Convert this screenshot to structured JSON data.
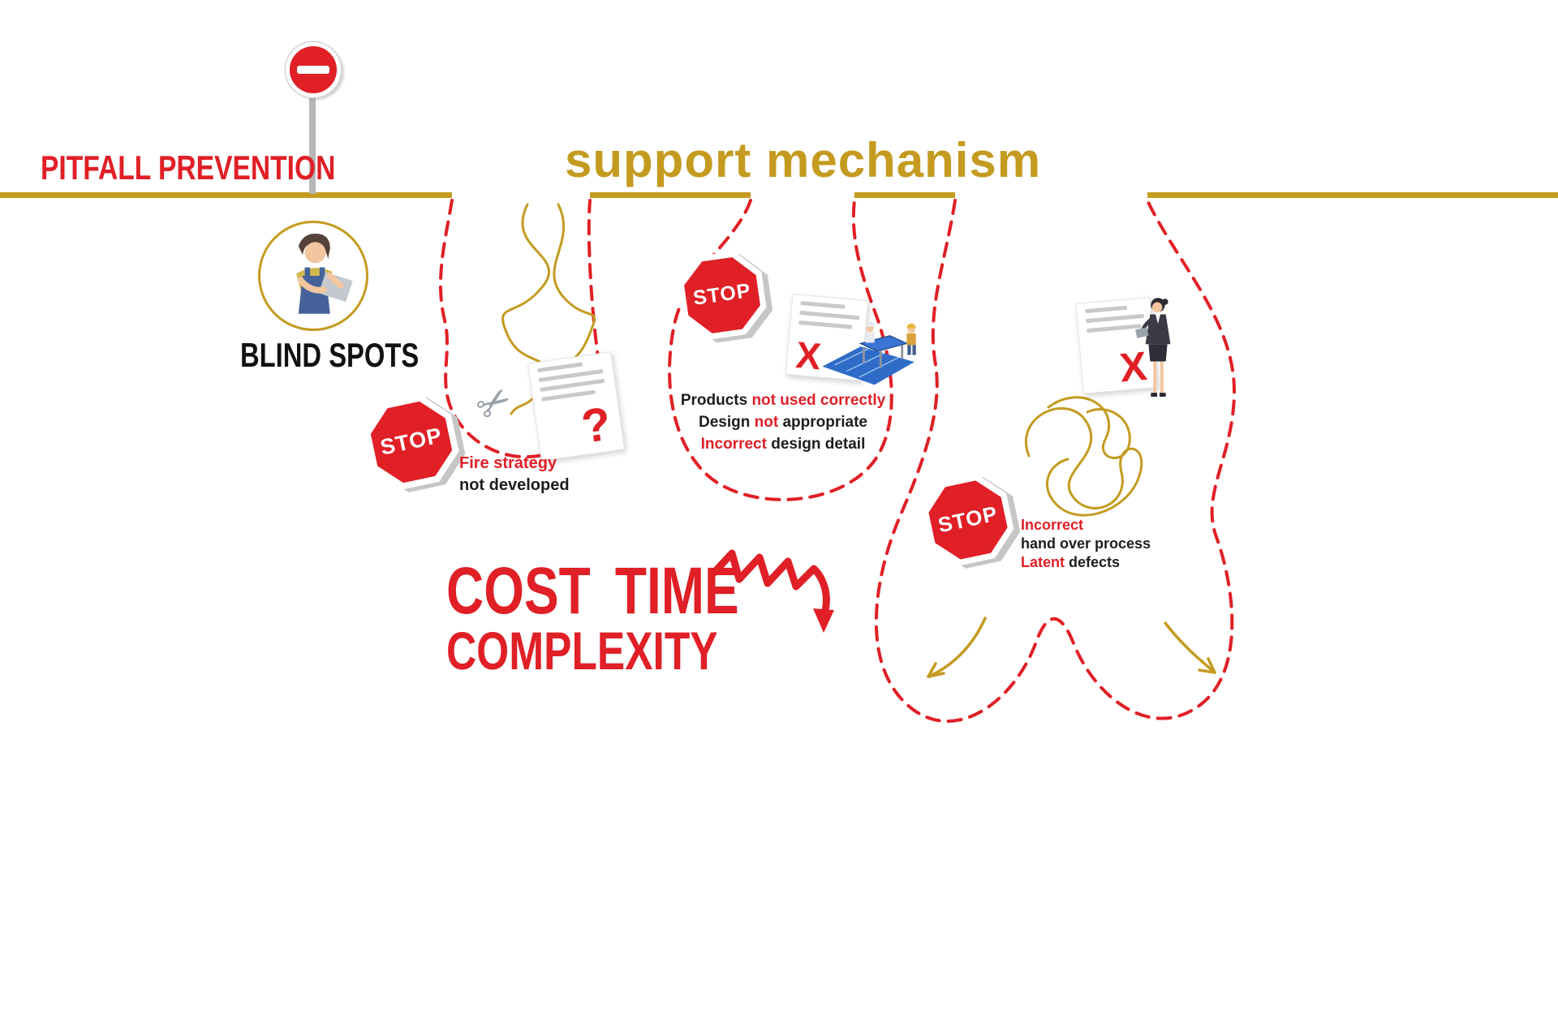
{
  "colors": {
    "red": "#e01f26",
    "gold": "#c49b20",
    "dark": "#1d1d1b",
    "grey": "#b7b7b7",
    "docline": "#c9c9c9"
  },
  "header": {
    "left_title": "PITFALL PREVENTION",
    "right_title": "support mechanism"
  },
  "blind_spots": {
    "label": "BLIND SPOTS",
    "icon": "worker-reading-plan-illustration"
  },
  "stop_label": "STOP",
  "marks": {
    "question": "?",
    "x": "X"
  },
  "pitfalls": {
    "fire": {
      "l1": "Fire strategy",
      "l2": "not developed"
    },
    "design": {
      "l1_dark": "Products",
      "l1_red": "not used correctly",
      "l2_a": "Design",
      "l2_red": "not",
      "l2_b": "appropriate",
      "l3_red": "Incorrect",
      "l3_dark": "design detail"
    },
    "handover": {
      "l1_red": "Incorrect",
      "l2_dark": "hand over process",
      "l3_red": "Latent",
      "l3_dark": "defects"
    }
  },
  "impact": {
    "line1": "COST TIME",
    "line2": "COMPLEXITY"
  }
}
